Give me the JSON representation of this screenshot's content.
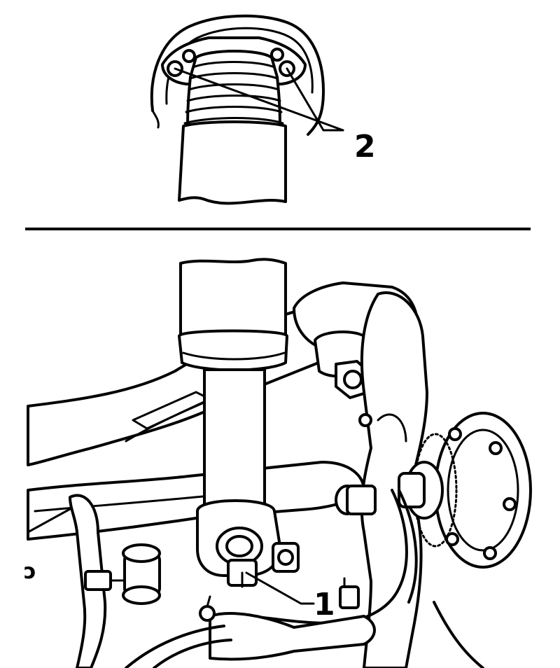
{
  "callouts": [
    {
      "id": "1",
      "label": "1"
    },
    {
      "id": "2",
      "label": "2"
    }
  ],
  "edge_fragment": "ɔ",
  "colors": {
    "line": "#000000",
    "background": "#ffffff"
  }
}
